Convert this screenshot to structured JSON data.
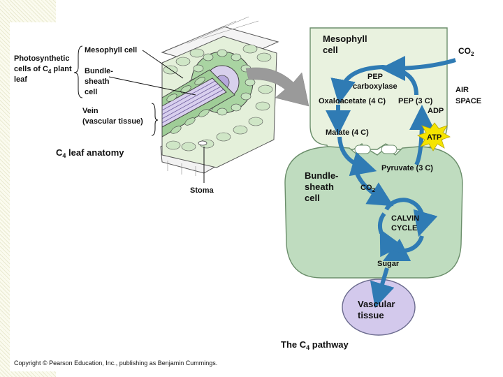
{
  "left": {
    "photosynthetic_line1": "Photosynthetic",
    "photosynthetic_line2_a": "cells of C",
    "photosynthetic_line2_sub": "4",
    "photosynthetic_line2_b": " plant",
    "photosynthetic_line3": "leaf",
    "mesophyll_cell": "Mesophyll cell",
    "bundle_sheath_1": "Bundle-",
    "bundle_sheath_2": "sheath",
    "bundle_sheath_3": "cell",
    "vein_1": "Vein",
    "vein_2": "(vascular tissue)",
    "anatomy_a": "C",
    "anatomy_sub": "4",
    "anatomy_b": " leaf anatomy",
    "stoma": "Stoma"
  },
  "right": {
    "mesophyll_1": "Mesophyll",
    "mesophyll_2": "cell",
    "co2_top_a": "CO",
    "co2_top_sub": "2",
    "pep_carb_1": "PEP",
    "pep_carb_2": "carboxylase",
    "oxaloacetate": "Oxaloacetate (4 C)",
    "pep3c": "PEP (3 C)",
    "adp": "ADP",
    "atp": "ATP",
    "air_1": "AIR",
    "air_2": "SPACE",
    "malate": "Malate (4 C)",
    "pyruvate": "Pyruvate (3 C)",
    "bundle_1": "Bundle-",
    "bundle_2": "sheath",
    "bundle_3": "cell",
    "co2_mid_a": "CO",
    "co2_mid_sub": "2",
    "calvin_1": "CALVIN",
    "calvin_2": "CYCLE",
    "sugar": "Sugar",
    "vascular_1": "Vascular",
    "vascular_2": "tissue",
    "pathway_a": "The C",
    "pathway_sub": "4",
    "pathway_b": " pathway"
  },
  "copyright": "Copyright © Pearson Education, Inc., publishing as Benjamin Cummings.",
  "colors": {
    "mesophyll_fill": "#e9f2df",
    "bundle_fill": "#bfdcbf",
    "vascular_fill": "#d3c9ec",
    "arrow_blue": "#2f7bb4",
    "atp_yellow": "#f5e400",
    "pointer_gray": "#9a9a9a"
  }
}
